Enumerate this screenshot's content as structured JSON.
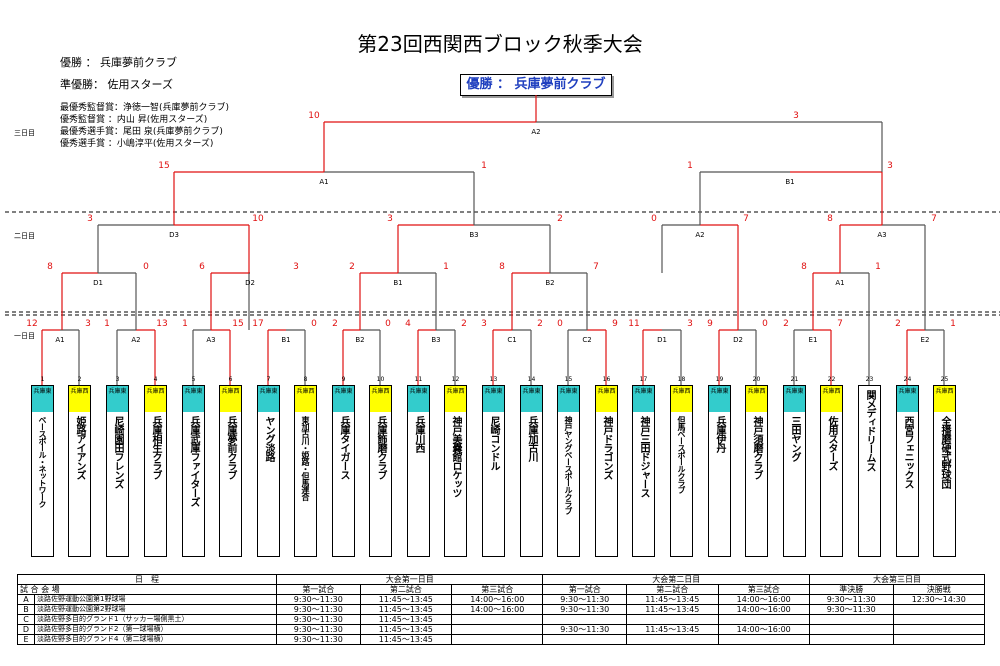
{
  "title": "第23回西関西ブロック秋季大会",
  "awards": {
    "winner": "優勝 ： 兵庫夢前クラブ",
    "runner_up": "準優勝： 佐用スターズ",
    "best_manager": "最優秀監督賞：浄徳一智(兵庫夢前クラブ)",
    "excellent_manager": "優秀監督賞 ：内山 昇(佐用スターズ)",
    "best_player": "最優秀選手賞：尾田 泉(兵庫夢前クラブ)",
    "excellent_player": "優秀選手賞 ：小嶋淳平(佐用スターズ)"
  },
  "champion_box": "優勝 ： 兵庫夢前クラブ",
  "days": {
    "d3": "三日目",
    "d2": "二日目",
    "d1": "一日目"
  },
  "colors": {
    "winner_line": "#e01010",
    "loser_line": "#555555",
    "hyogo_bg": "#33cccc",
    "west_bg": "#ffff00",
    "champ_text": "#1f3fbf"
  },
  "teams": [
    {
      "no": "1",
      "pref": "兵庫東",
      "name": "ベースボール・ネットワーク"
    },
    {
      "no": "2",
      "pref": "兵庫西",
      "name": "姫路アイアンズ"
    },
    {
      "no": "3",
      "pref": "兵庫東",
      "name": "尼崎園田フレンズ"
    },
    {
      "no": "4",
      "pref": "兵庫西",
      "name": "兵庫相生クラブ"
    },
    {
      "no": "5",
      "pref": "兵庫東",
      "name": "兵庫武庫ファイターズ"
    },
    {
      "no": "6",
      "pref": "兵庫西",
      "name": "兵庫夢前クラブ"
    },
    {
      "no": "7",
      "pref": "兵庫東",
      "name": "ヤング淡路"
    },
    {
      "no": "8",
      "pref": "兵庫西",
      "name": "東加古川・姫路・但馬連合"
    },
    {
      "no": "9",
      "pref": "兵庫東",
      "name": "兵庫タイガース"
    },
    {
      "no": "10",
      "pref": "兵庫西",
      "name": "兵庫飾磨クラブ"
    },
    {
      "no": "11",
      "pref": "兵庫東",
      "name": "兵庫川西"
    },
    {
      "no": "12",
      "pref": "兵庫西",
      "name": "神戸美嚢館ロケッツ"
    },
    {
      "no": "13",
      "pref": "兵庫東",
      "name": "尼崎コンドル"
    },
    {
      "no": "14",
      "pref": "兵庫東",
      "name": "兵庫加古川"
    },
    {
      "no": "15",
      "pref": "兵庫東",
      "name": "神戸ヤングベースボールクラブ"
    },
    {
      "no": "16",
      "pref": "兵庫西",
      "name": "神戸ドラゴンズ"
    },
    {
      "no": "17",
      "pref": "兵庫東",
      "name": "神戸三田ドジャース"
    },
    {
      "no": "18",
      "pref": "兵庫西",
      "name": "但馬ベースボールクラブ"
    },
    {
      "no": "19",
      "pref": "兵庫東",
      "name": "兵庫伊丹"
    },
    {
      "no": "20",
      "pref": "兵庫西",
      "name": "神戸須磨クラブ"
    },
    {
      "no": "21",
      "pref": "兵庫東",
      "name": "三田ヤング"
    },
    {
      "no": "22",
      "pref": "兵庫西",
      "name": "佐用スターズ"
    },
    {
      "no": "23",
      "pref": "",
      "name": "関メディドリームス"
    },
    {
      "no": "24",
      "pref": "兵庫東",
      "name": "西宮フェニックス"
    },
    {
      "no": "25",
      "pref": "兵庫西",
      "name": "全播磨硬式野球団"
    }
  ],
  "matches": [
    {
      "label": "A1",
      "s1": "12",
      "s2": "3"
    },
    {
      "label": "A2",
      "s1": "1",
      "s2": "13"
    },
    {
      "label": "A3",
      "s1": "1",
      "s2": "15"
    },
    {
      "label": "B1",
      "s1": "17",
      "s2": "0"
    },
    {
      "label": "B2",
      "s1": "2",
      "s2": "0"
    },
    {
      "label": "B3",
      "s1": "4",
      "s2": "2"
    },
    {
      "label": "C1",
      "s1": "3",
      "s2": "2"
    },
    {
      "label": "C2",
      "s1": "0",
      "s2": "9"
    },
    {
      "label": "D1",
      "s1": "11",
      "s2": "3"
    },
    {
      "label": "D2",
      "s1": "9",
      "s2": "0"
    },
    {
      "label": "E1",
      "s1": "2",
      "s2": "7"
    },
    {
      "label": "E2",
      "s1": "2",
      "s2": "1"
    },
    {
      "label": "D1",
      "s1": "8",
      "s2": "0"
    },
    {
      "label": "D2",
      "s1": "6",
      "s2": "3"
    },
    {
      "label": "B1",
      "s1": "2",
      "s2": "1"
    },
    {
      "label": "B2",
      "s1": "8",
      "s2": "7"
    },
    {
      "label": "A1",
      "s1": "8",
      "s2": "1"
    },
    {
      "label": "D3",
      "s1": "3",
      "s2": "10"
    },
    {
      "label": "B3",
      "s1": "3",
      "s2": "2"
    },
    {
      "label": "A2",
      "s1": "0",
      "s2": "7"
    },
    {
      "label": "A3",
      "s1": "8",
      "s2": "7"
    },
    {
      "label": "A1",
      "s1": "15",
      "s2": "1"
    },
    {
      "label": "B1",
      "s1": "1",
      "s2": "3"
    },
    {
      "label": "A2",
      "s1": "10",
      "s2": "3"
    }
  ],
  "schedule": {
    "header_left": "日　程",
    "venue_label": "試 合 会 場",
    "day1": "大会第一日目",
    "day2": "大会第二日目",
    "day3": "大会第三日目",
    "round_labels": [
      "第一試合",
      "第二試合",
      "第三試合",
      "第一試合",
      "第二試合",
      "第三試合",
      "準決勝",
      "決勝戦"
    ],
    "rows": [
      {
        "code": "A",
        "venue": "淡路佐野運動公園第1野球場",
        "times": [
          "9:30～11:30",
          "11:45～13:45",
          "14:00～16:00",
          "9:30～11:30",
          "11:45～13:45",
          "14:00～16:00",
          "9:30～11:30",
          "12:30～14:30"
        ]
      },
      {
        "code": "B",
        "venue": "淡路佐野運動公園第2野球場",
        "times": [
          "9:30～11:30",
          "11:45～13:45",
          "14:00～16:00",
          "9:30～11:30",
          "11:45～13:45",
          "14:00～16:00",
          "9:30～11:30",
          ""
        ]
      },
      {
        "code": "C",
        "venue": "淡路佐野多目的グランド1（サッカー場側黒土）",
        "times": [
          "9:30～11:30",
          "11:45～13:45",
          "",
          "",
          "",
          "",
          "",
          ""
        ]
      },
      {
        "code": "D",
        "venue": "淡路佐野多目的グランド2（第一球場横）",
        "times": [
          "9:30～11:30",
          "11:45～13:45",
          "",
          "9:30～11:30",
          "11:45～13:45",
          "14:00～16:00",
          "",
          ""
        ]
      },
      {
        "code": "E",
        "venue": "淡路佐野多目的グランド4（第二球場横）",
        "times": [
          "9:30～11:30",
          "11:45～13:45",
          "",
          "",
          "",
          "",
          "",
          ""
        ]
      }
    ]
  }
}
